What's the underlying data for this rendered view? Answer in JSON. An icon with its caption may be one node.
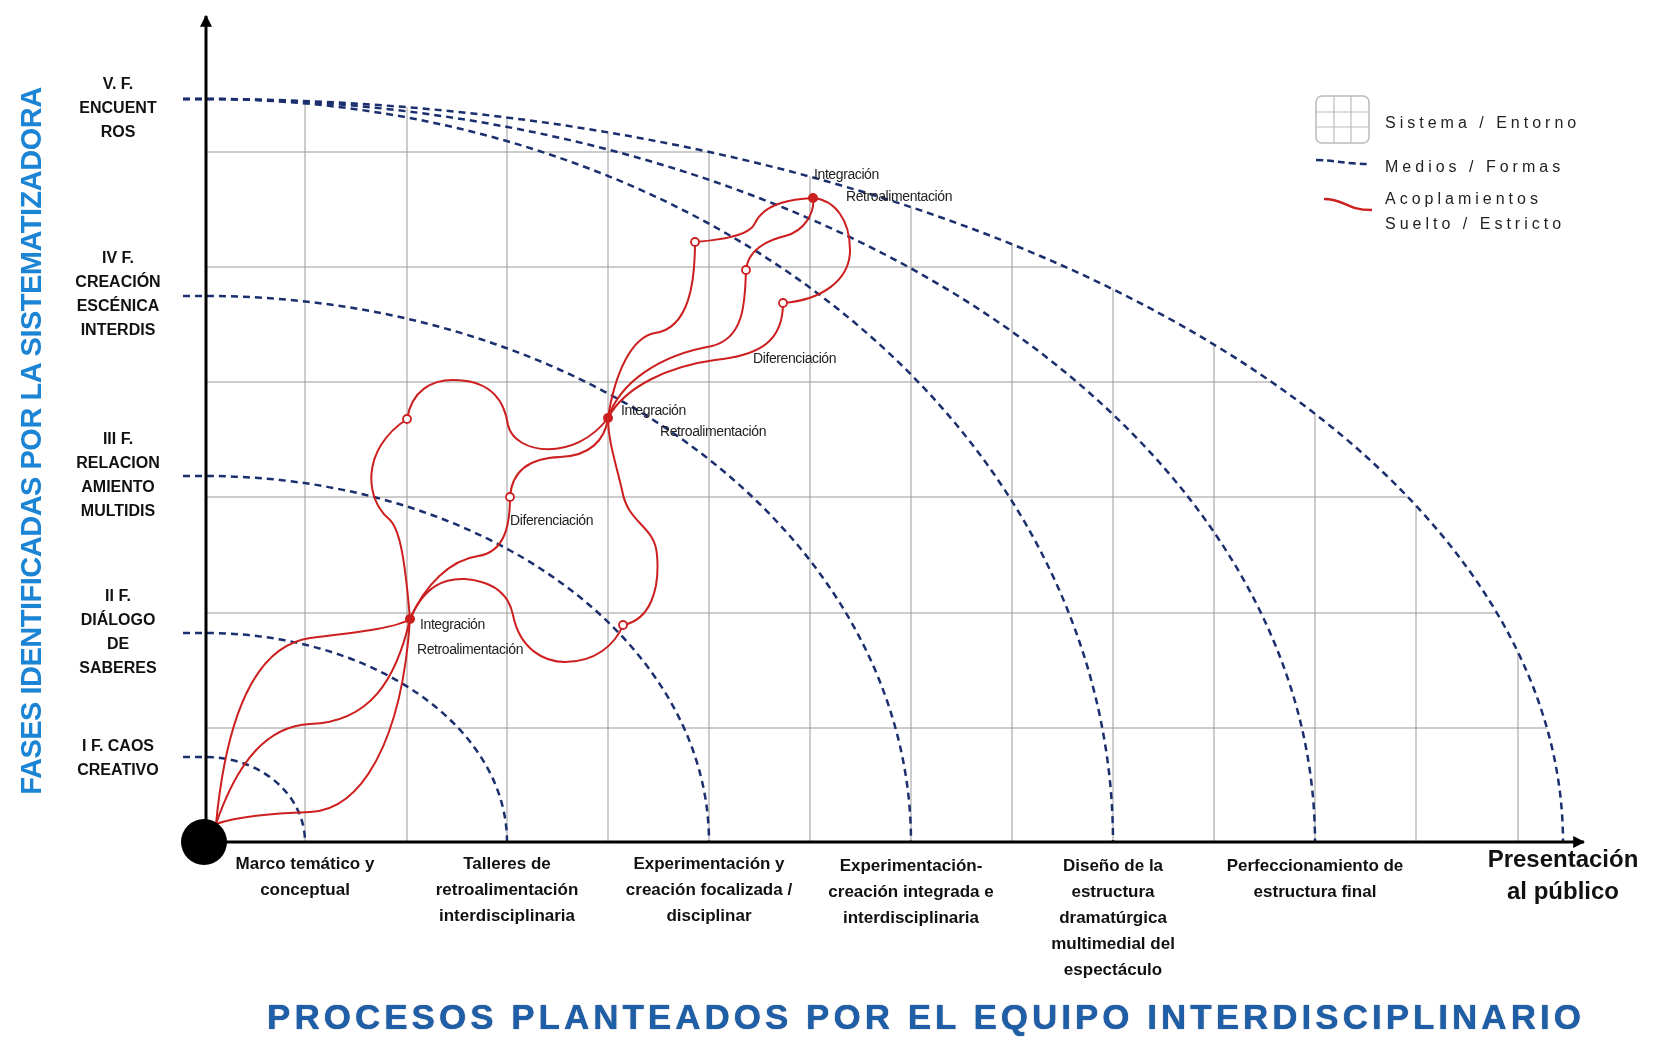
{
  "diagram": {
    "labels": [
      "FASES IDENTIFICADAS POR LA SISTEMATIZADORA",
      "V. F. ENCUENT ROS",
      "Integración",
      "Retroalimentación",
      "IV F. CREACIÓN ESCÉNICA INTERDIS",
      "Diferenciación",
      "Integración",
      "Retroalimentación",
      "III F. RELACION AMIENTO MULTIDIS",
      "Diferenciación",
      "II F. DIÁLOGO DE SABERES",
      "Integración",
      "Retroalimentación",
      "I F. CAOS CREATIVO",
      "Marco temático y conceptual",
      "Talleres de retroalimentación interdisciplinaria",
      "Experimentación y creación focalizada / disciplinar",
      "Experimentación-creación integrada e interdisciplinaria",
      "Diseño de la estructura dramatúrgica multimedial del espectáculo",
      "Perfeccionamiento de estructura final",
      "Presentación al público",
      "PROCESOS PLANTEADOS POR EL EQUIPO INTERDISCIPLINARIO"
    ],
    "legend": [
      {
        "text": "Sistema / Entorno"
      },
      {
        "text": "Medios / Formas"
      },
      {
        "text": "Acoplamientos Suelto / Estricto"
      }
    ]
  }
}
